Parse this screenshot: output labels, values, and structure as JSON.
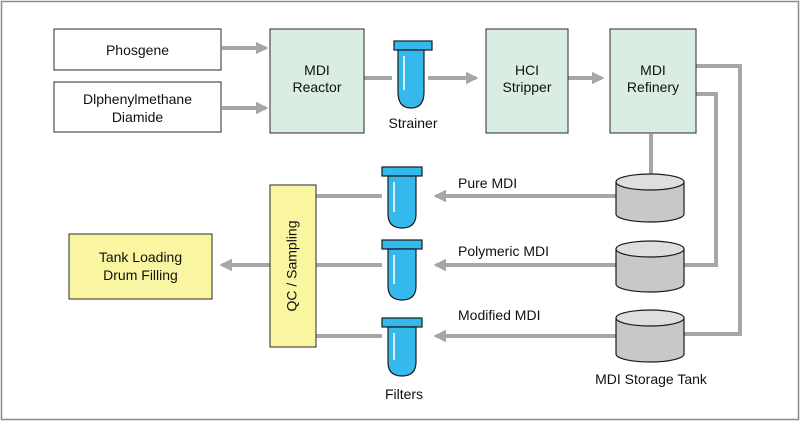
{
  "inputs": {
    "phosgene": "Phosgene",
    "diamide_line1": "Dlphenylmethane",
    "diamide_line2": "Diamide"
  },
  "units": {
    "reactor_line1": "MDI",
    "reactor_line2": "Reactor",
    "stripper_line1": "HCI",
    "stripper_line2": "Stripper",
    "refinery_line1": "MDI",
    "refinery_line2": "Refinery"
  },
  "labels": {
    "strainer": "Strainer",
    "pure_mdi": "Pure MDI",
    "polymeric_mdi": "Polymeric MDI",
    "modified_mdi": "Modified MDI",
    "storage_tank": "MDI Storage Tank",
    "filters": "Filters",
    "qc_sampling": "QC / Sampling",
    "output_line1": "Tank Loading",
    "output_line2": "Drum Filling"
  },
  "colors": {
    "unit_fill": "#d9ede3",
    "output_fill": "#f9f5a0",
    "flow_line": "#a6a6a6",
    "filter_blue": "#35b9ec",
    "tank_gray": "#c8c8c8",
    "border": "#2a2a2a"
  }
}
